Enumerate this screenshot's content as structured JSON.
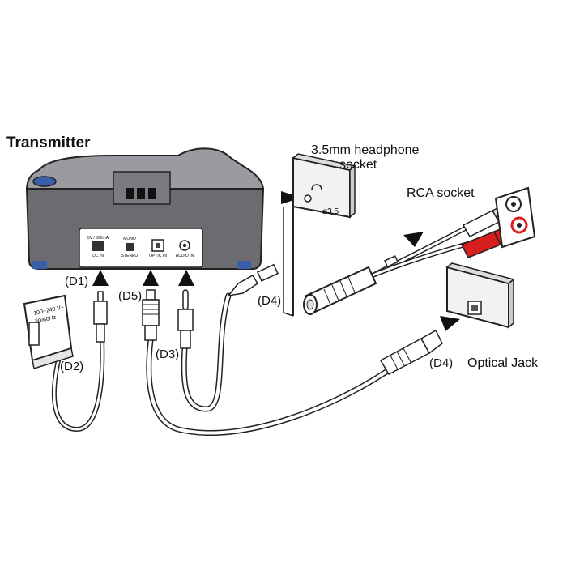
{
  "title": "Transmitter",
  "labels": {
    "headphone_line1": "3.5mm headphone",
    "headphone_line2": "socket",
    "rca": "RCA socket",
    "optical": "Optical Jack",
    "d1": "(D1)",
    "d2": "(D2)",
    "d3": "(D3)",
    "d4_top": "(D4)",
    "d4_bottom": "(D4)",
    "d5": "(D5)"
  },
  "device_panel": {
    "dc_in_rating": "5V / 500mA",
    "dc_in": "DC IN",
    "mono": "MONO",
    "stereo": "STEREO",
    "optic_in": "OPTIC IN",
    "audio_in": "AUDIO IN"
  },
  "adapter": {
    "rating_line1": "100~240 V~",
    "rating_line2": "50/60Hz"
  },
  "headphone_socket_mark": "ø3.5",
  "colors": {
    "device_body": "#6b6b70",
    "device_top": "#8a8a90",
    "accent_blue": "#3a5fa8",
    "rca_red": "#d81e1e",
    "cable_outline": "#222222"
  }
}
